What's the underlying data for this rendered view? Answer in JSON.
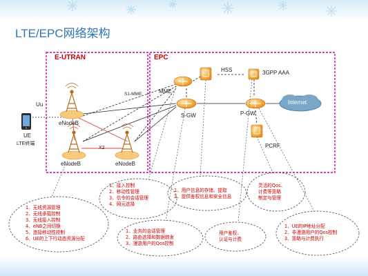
{
  "title": "LTE/EPC网络架构",
  "regions": {
    "eutran": "E-UTRAN",
    "epc": "EPC"
  },
  "nodes": {
    "ue": "UE",
    "ue_sub": "LTE终端",
    "enodeb_1": "eNodeB",
    "enodeb_2": "eNodeB",
    "enodeb_3": "eNodeB",
    "mme": "MME",
    "sgw": "S-GW",
    "pgw": "P-GW",
    "hss": "HSS",
    "aaa": "3GPP AAA",
    "pcrf": "PCRF",
    "internet": "Internet"
  },
  "interfaces": {
    "uu": "Uu",
    "s1_mme": "S1-MME",
    "x2": "X2"
  },
  "callouts": {
    "enodeb": [
      "1、无线资源管理",
      "2、无线承载控制",
      "3、无线接入控制",
      "4、eNB之间切换",
      "5、连接移动性控制",
      "6、UE的上下行动态资源分配"
    ],
    "mme": [
      "1、接入控制",
      "2、移动性管理",
      "3、信令的会话管理",
      "4、网元选择"
    ],
    "hss": [
      "1、用户信息的存储、提取",
      "2、提供鉴权信息和安全信息"
    ],
    "pcrf": [
      "灵活的Qos、",
      "计费等策略",
      "制定与管理"
    ],
    "sgw": [
      "1、业务的会话管理",
      "2、路由选择和数据转发",
      "3、漫游用户的Qos控制"
    ],
    "aaa": [
      "用户鉴权、",
      "认证与计费"
    ],
    "pgw": [
      "1、UE的IP地址分配",
      "2、非漫游用户的Qos控制",
      "3、策略与计费执行"
    ]
  },
  "colors": {
    "title": "#2e75b6",
    "region_border": "#cc0099",
    "callout_text": "#cc0000",
    "node_orange": "#f5a623",
    "link_red": "#e04040"
  }
}
